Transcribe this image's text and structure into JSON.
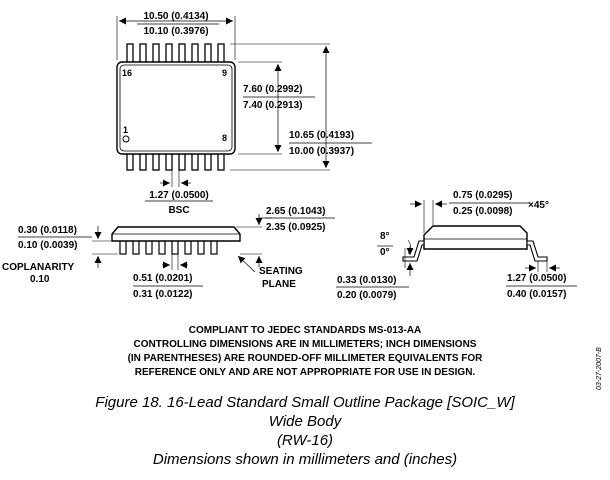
{
  "top_view": {
    "dim_width_max": "10.50 (0.4134)",
    "dim_width_min": "10.10 (0.3976)",
    "pin_16": "16",
    "pin_9": "9",
    "pin_1": "1",
    "pin_8": "8",
    "dim_body_max": "7.60 (0.2992)",
    "dim_body_min": "7.40 (0.2913)",
    "dim_overall_max": "10.65 (0.4193)",
    "dim_overall_min": "10.00 (0.3937)",
    "dim_pitch": "1.27 (0.0500)",
    "dim_pitch_note": "BSC"
  },
  "side_view": {
    "dim_standoff_max": "0.30 (0.0118)",
    "dim_standoff_min": "0.10 (0.0039)",
    "coplanarity_label": "COPLANARITY",
    "coplanarity_value": "0.10",
    "dim_height_max": "2.65 (0.1043)",
    "dim_height_min": "2.35 (0.0925)",
    "dim_lead_width_max": "0.51 (0.0201)",
    "dim_lead_width_min": "0.31 (0.0122)",
    "seating_label_1": "SEATING",
    "seating_label_2": "PLANE"
  },
  "end_view": {
    "dim_chamfer_max": "0.75 (0.0295)",
    "dim_chamfer_min": "0.25 (0.0098)",
    "chamfer_angle": "×45°",
    "angle_max": "8°",
    "angle_min": "0°",
    "dim_lead_thick_max": "0.33 (0.0130)",
    "dim_lead_thick_min": "0.20 (0.0079)",
    "dim_foot_max": "1.27 (0.0500)",
    "dim_foot_min": "0.40 (0.0157)"
  },
  "notes": [
    "COMPLIANT TO JEDEC STANDARDS MS-013-AA",
    "CONTROLLING DIMENSIONS ARE IN MILLIMETERS; INCH DIMENSIONS",
    "(IN PARENTHESES) ARE ROUNDED-OFF MILLIMETER EQUIVALENTS FOR",
    "REFERENCE ONLY AND ARE NOT APPROPRIATE FOR USE IN DESIGN."
  ],
  "doc_id": "03-27-2007-B",
  "caption": [
    "Figure 18. 16-Lead Standard Small Outline Package [SOIC_W]",
    "Wide Body",
    "(RW-16)",
    "Dimensions shown in millimeters and (inches)"
  ]
}
